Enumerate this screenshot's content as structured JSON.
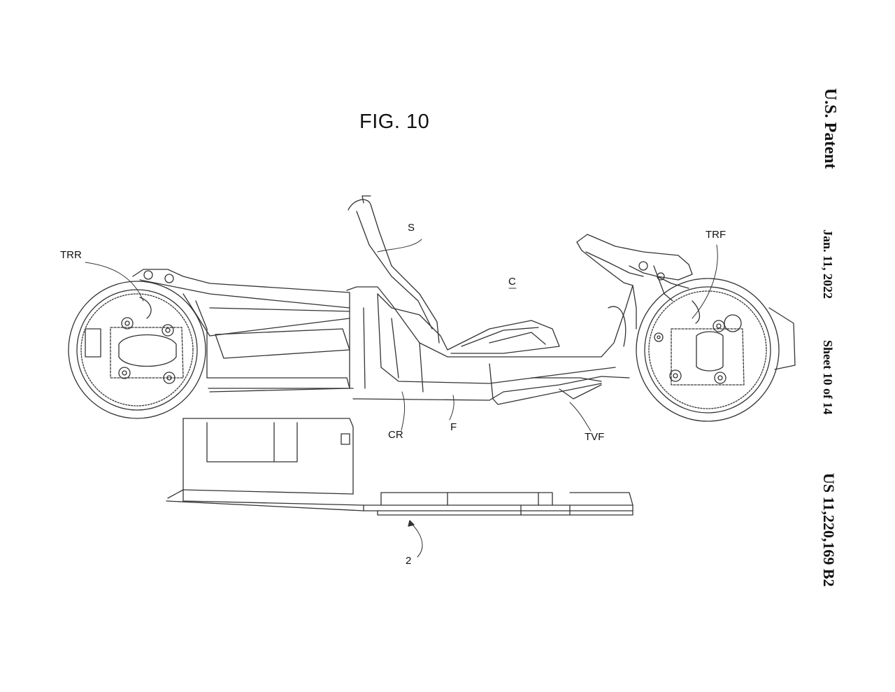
{
  "figure": {
    "title": "FIG. 10"
  },
  "header": {
    "patent": "U.S. Patent",
    "date": "Jan. 11, 2022",
    "sheet": "Sheet 10 of 14",
    "number": "US 11,220,169 B2"
  },
  "labels": {
    "trr": "TRR",
    "s": "S",
    "c": "C",
    "trf": "TRF",
    "cr": "CR",
    "f": "F",
    "tvf": "TVF",
    "two": "2"
  }
}
